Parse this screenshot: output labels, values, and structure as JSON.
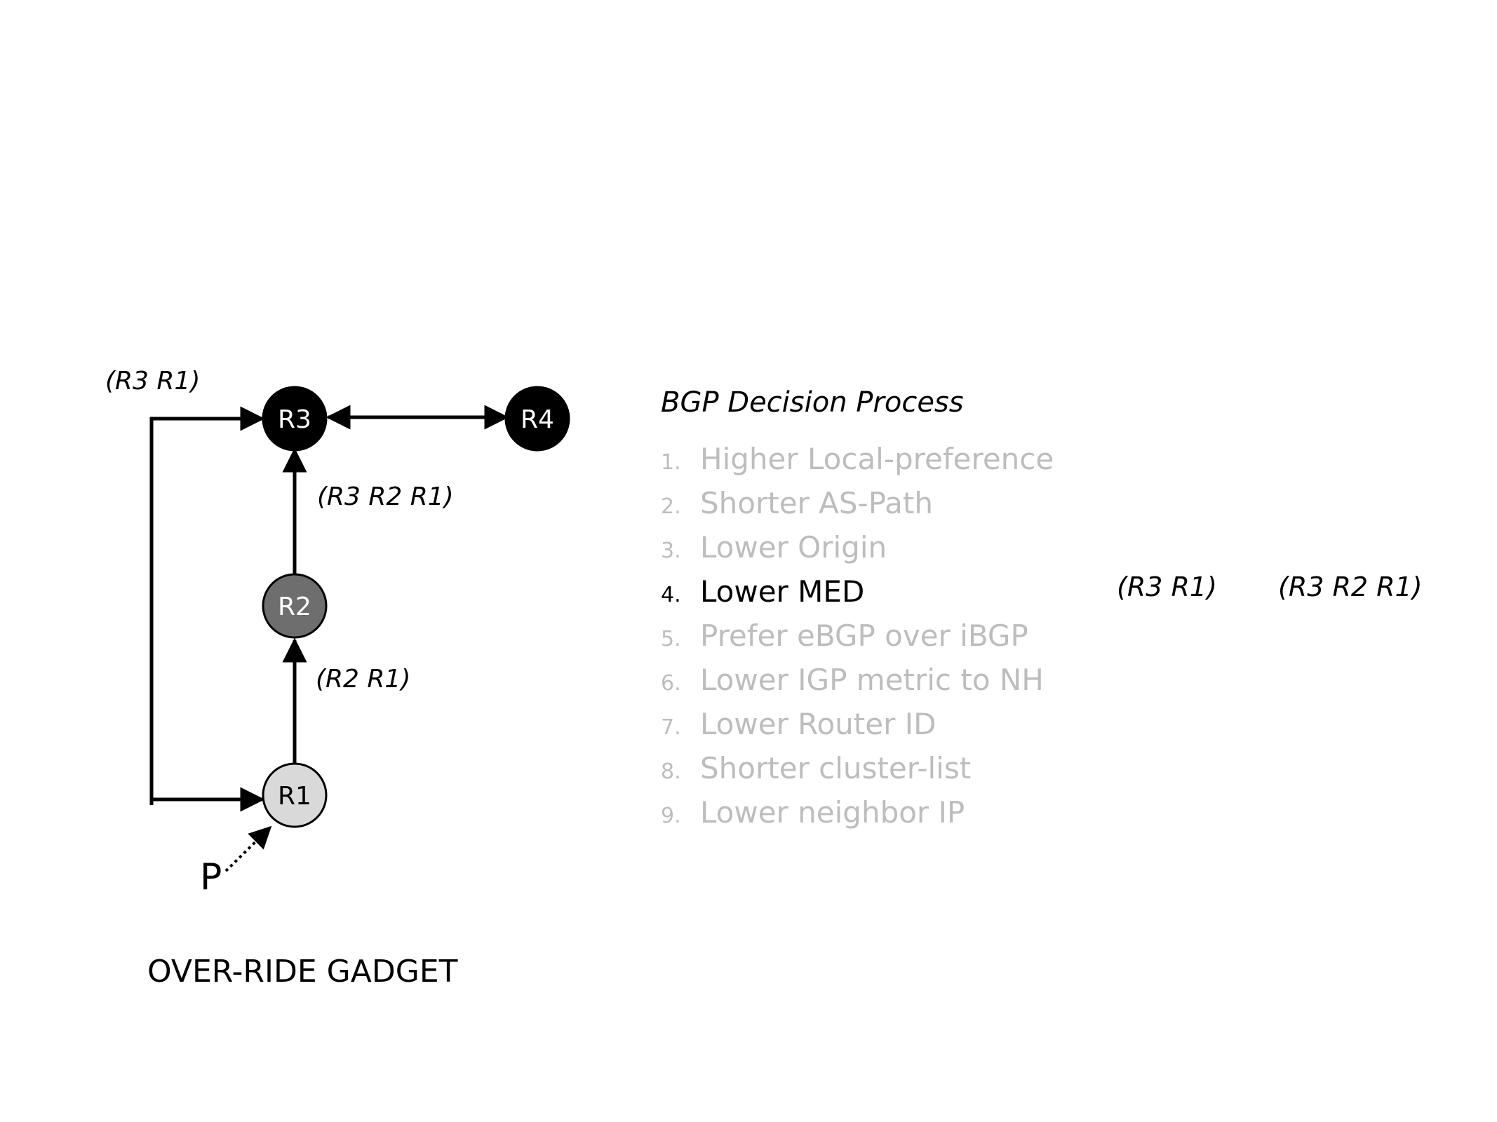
{
  "diagram": {
    "nodes": [
      {
        "id": "R1",
        "label": "R1",
        "fill": "#d9d9d9",
        "text_color": "#000000"
      },
      {
        "id": "R2",
        "label": "R2",
        "fill": "#6e6e6e",
        "text_color": "#ffffff"
      },
      {
        "id": "R3",
        "label": "R3",
        "fill": "#000000",
        "text_color": "#ffffff"
      },
      {
        "id": "R4",
        "label": "R4",
        "fill": "#000000",
        "text_color": "#ffffff"
      }
    ],
    "path_labels": {
      "left_path": "(R3 R1)",
      "r2_to_r3": "(R3 R2 R1)",
      "r1_to_r2": "(R2 R1)"
    },
    "prefix_label": "P",
    "caption": "OVER-RIDE GADGET"
  },
  "decision": {
    "title": "BGP Decision Process",
    "steps": [
      {
        "num": "1.",
        "text": "Higher Local-preference",
        "active": false
      },
      {
        "num": "2.",
        "text": "Shorter AS-Path",
        "active": false
      },
      {
        "num": "3.",
        "text": "Lower Origin",
        "active": false
      },
      {
        "num": "4.",
        "text": "Lower MED",
        "active": true
      },
      {
        "num": "5.",
        "text": "Prefer eBGP over iBGP",
        "active": false
      },
      {
        "num": "6.",
        "text": "Lower IGP metric to NH",
        "active": false
      },
      {
        "num": "7.",
        "text": "Lower Router ID",
        "active": false
      },
      {
        "num": "8.",
        "text": "Shorter cluster-list",
        "active": false
      },
      {
        "num": "9.",
        "text": "Lower neighbor IP",
        "active": false
      }
    ],
    "comparison": {
      "route_a": "(R3 R1)",
      "route_b": "(R3 R2 R1)"
    }
  },
  "colors": {
    "active_text": "#000000",
    "inactive_text": "#bdbdbd"
  }
}
